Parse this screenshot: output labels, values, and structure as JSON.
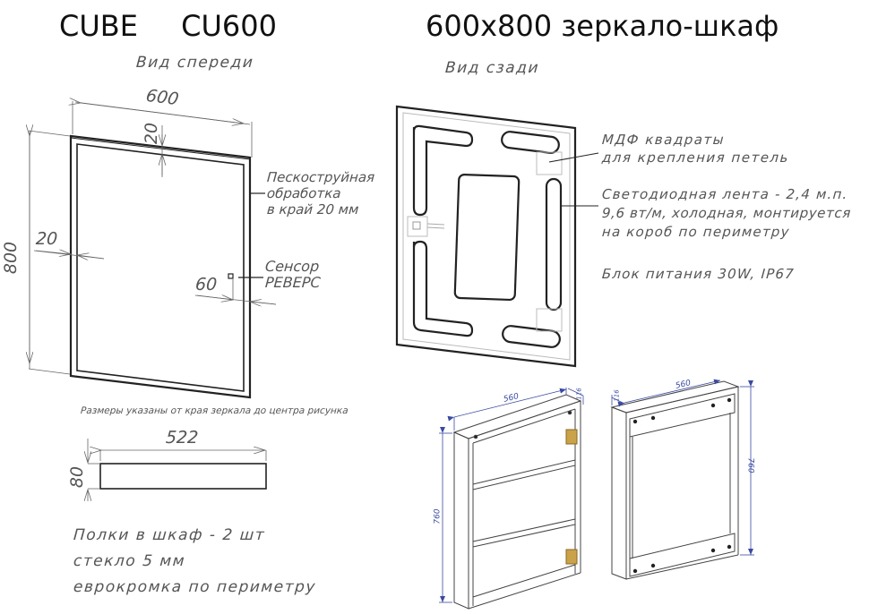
{
  "header": {
    "model": "CUBE",
    "code": "CU600",
    "description": "600x800 зеркало-шкаф"
  },
  "front_view": {
    "label": "Вид спереди",
    "width_dim": "600",
    "height_dim": "800",
    "top_edge_dim": "20",
    "left_edge_dim": "20",
    "sensor_offset_dim": "60",
    "sandblast_note": [
      "Пескоструйная",
      "обработка",
      "в край 20 мм"
    ],
    "sensor_note": [
      "Сенсор",
      "РЕВЕРС"
    ],
    "footnote": "Размеры указаны от края зеркала до центра рисунка"
  },
  "rear_view": {
    "label": "Вид сзади",
    "notes": {
      "mdf": [
        "МДФ квадраты",
        "для крепления петель"
      ],
      "led": [
        "Светодиодная лента - 2,4 м.п.",
        "9,6 вт/м, холодная, монтируется",
        "на короб по периметру"
      ],
      "psu": "Блок питания 30W, IP67"
    }
  },
  "shelf": {
    "length_dim": "522",
    "height_dim": "80",
    "notes": [
      "Полки в шкаф - 2 шт",
      "стекло 5 мм",
      "еврокромка по периметру"
    ]
  },
  "cabinet_open": {
    "width_dim": "560",
    "depth_dim": "116",
    "height_dim": "760"
  },
  "cabinet_back": {
    "width_dim": "560",
    "depth_dim": "116",
    "height_dim": "760"
  },
  "colors": {
    "line": "#222222",
    "dim_line": "#666666",
    "blue_dim": "#3a4aa0",
    "hinge": "#c9a24a"
  }
}
